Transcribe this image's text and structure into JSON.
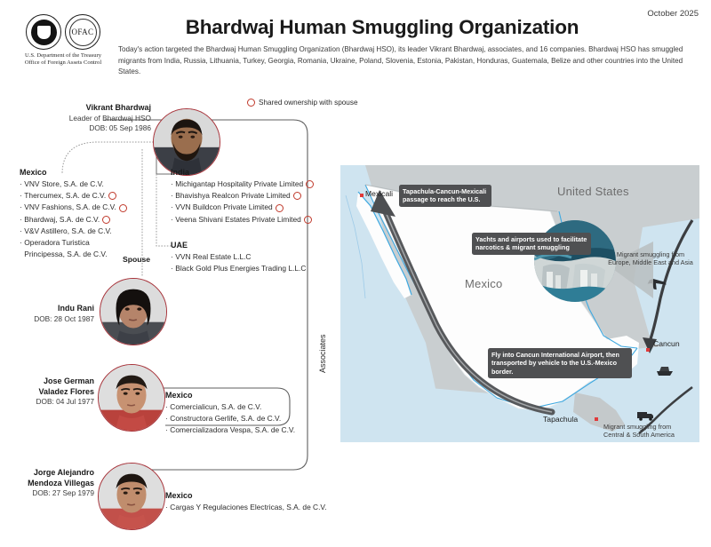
{
  "header": {
    "date": "October 2025",
    "title": "Bhardwaj Human Smuggling Organization",
    "subtitle": "Today's action targeted the Bhardwaj Human Smuggling Organization (Bhardwaj HSO), its leader Vikrant Bhardwaj, associates, and 16 companies. Bhardwaj HSO has smuggled migrants from India, Russia, Lithuania, Turkey, Georgia, Romania, Ukraine, Poland, Slovenia, Estonia, Pakistan, Honduras, Guatemala, Belize and other countries into the United States.",
    "agency_line1": "U.S. Department of the Treasury",
    "agency_line2": "Office of Foreign Assets Control",
    "ofac_text": "OFAC"
  },
  "legend": {
    "shared_ownership_label": "Shared ownership with spouse",
    "ring_color": "#c0392b"
  },
  "leader": {
    "name": "Vikrant Bhardwaj",
    "role": "Leader of Bhardwaj HSO",
    "dob": "DOB: 05 Sep 1986"
  },
  "spouse_connector_label": "Spouse",
  "associates_label": "Associates",
  "spouse": {
    "name": "Indu Rani",
    "dob": "DOB: 28 Oct 1987"
  },
  "associates": [
    {
      "name_line1": "Jose German",
      "name_line2": "Valadez Flores",
      "dob": "DOB: 04 Jul 1977",
      "group": {
        "country": "Mexico",
        "companies": [
          {
            "name": "Comercialicun, S.A. de C.V.",
            "shared": false
          },
          {
            "name": "Constructora Gerlife, S.A. de C.V.",
            "shared": false
          },
          {
            "name": "Comercializadora Vespa, S.A. de C.V.",
            "shared": false
          }
        ]
      }
    },
    {
      "name_line1": "Jorge Alejandro",
      "name_line2": "Mendoza Villegas",
      "dob": "DOB: 27 Sep 1979",
      "group": {
        "country": "Mexico",
        "companies": [
          {
            "name": "Cargas Y Regulaciones Electricas, S.A. de C.V.",
            "shared": false
          }
        ]
      }
    }
  ],
  "leader_groups": {
    "mexico": {
      "country": "Mexico",
      "companies": [
        {
          "name": "VNV Store, S.A. de C.V.",
          "shared": false
        },
        {
          "name": "Thercumex, S.A. de C.V.",
          "shared": true
        },
        {
          "name": "VNV Fashions, S.A. de C.V.",
          "shared": true
        },
        {
          "name": "Bhardwaj, S.A. de C.V.",
          "shared": true
        },
        {
          "name": "V&V Astillero, S.A. de C.V.",
          "shared": false
        },
        {
          "name": "Operadora Turistica Principessa, S.A. de C.V.",
          "shared": false
        }
      ]
    },
    "india": {
      "country": "India",
      "companies": [
        {
          "name": "Michigantap Hospitality Private Limited",
          "shared": true
        },
        {
          "name": "Bhavishya Realcon Private Limited",
          "shared": true
        },
        {
          "name": "VVN Buildcon Private Limited",
          "shared": true
        },
        {
          "name": "Veena Shivani Estates Private Limited",
          "shared": true
        }
      ]
    },
    "uae": {
      "country": "UAE",
      "companies": [
        {
          "name": "VVN Real Estate L.L.C",
          "shared": false
        },
        {
          "name": "Black Gold Plus Energies Trading L.L.C",
          "shared": false
        }
      ]
    }
  },
  "map": {
    "country_united_states": "United States",
    "country_mexico": "Mexico",
    "cities": [
      {
        "name": "Mexicali"
      },
      {
        "name": "Cancun"
      },
      {
        "name": "Tapachula"
      }
    ],
    "callouts": [
      {
        "line1": "Tapachula-Cancun-Mexicali",
        "line2": "passage to reach the U.S."
      },
      {
        "line1": "Yachts and airports used to facilitate",
        "line2": "narcotics & migrant smuggling"
      },
      {
        "line1": "Fly into Cancun International Airport, then",
        "line2": "transported by vehicle to the U.S.-Mexico border."
      }
    ],
    "notes": [
      {
        "line1": "Migrant smuggling from",
        "line2": "Europe, Middle East and Asia"
      },
      {
        "line1": "Migrant smuggling from",
        "line2": "Central & South America"
      }
    ],
    "colors": {
      "land_us": "#c9ced0",
      "land_mexico": "#fdfdfd",
      "water": "#cfe4f0",
      "callout_bg": "#4f5052",
      "city_dot": "#e03a3a"
    }
  }
}
